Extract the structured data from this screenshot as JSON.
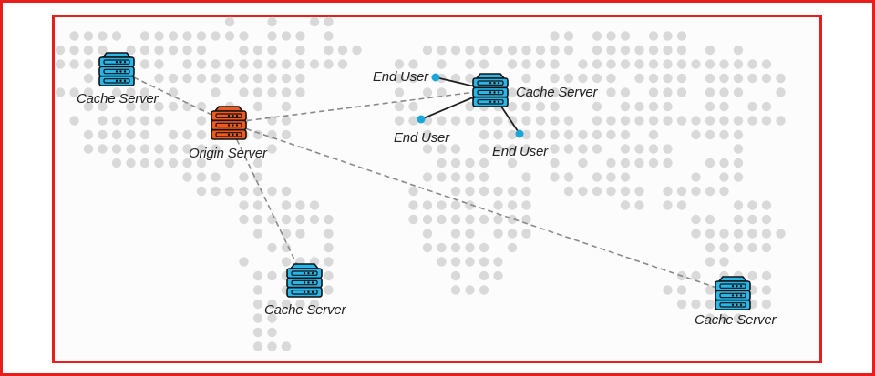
{
  "colors": {
    "frame": "#e61e1e",
    "map_dot": "#d9d9d9",
    "cache_server": "#29b6e8",
    "origin_server": "#f25a1d",
    "end_user_dot": "#1aa6d9",
    "dashed_line": "#8a8a8a",
    "solid_line": "#1f1f1f"
  },
  "labels": {
    "cache_server_nw": "Cache Server",
    "origin_server": "Origin Server",
    "cache_server_eu": "Cache Server",
    "end_user_1": "End User",
    "end_user_2": "End User",
    "end_user_3": "End User",
    "cache_server_sa": "Cache Server",
    "cache_server_au": "Cache Server"
  },
  "nodes": [
    {
      "id": "cache_nw",
      "kind": "cache-server",
      "icon": "server-icon"
    },
    {
      "id": "origin",
      "kind": "origin-server",
      "icon": "server-icon"
    },
    {
      "id": "cache_eu",
      "kind": "cache-server",
      "icon": "server-icon"
    },
    {
      "id": "cache_sa",
      "kind": "cache-server",
      "icon": "server-icon"
    },
    {
      "id": "cache_au",
      "kind": "cache-server",
      "icon": "server-icon"
    },
    {
      "id": "user_1",
      "kind": "end-user"
    },
    {
      "id": "user_2",
      "kind": "end-user"
    },
    {
      "id": "user_3",
      "kind": "end-user"
    }
  ],
  "edges": [
    {
      "from": "origin",
      "to": "cache_nw",
      "style": "dashed"
    },
    {
      "from": "origin",
      "to": "cache_eu",
      "style": "dashed"
    },
    {
      "from": "origin",
      "to": "cache_sa",
      "style": "dashed"
    },
    {
      "from": "origin",
      "to": "cache_au",
      "style": "dashed"
    },
    {
      "from": "cache_eu",
      "to": "user_1",
      "style": "solid"
    },
    {
      "from": "cache_eu",
      "to": "user_2",
      "style": "solid"
    },
    {
      "from": "cache_eu",
      "to": "user_3",
      "style": "solid"
    }
  ]
}
